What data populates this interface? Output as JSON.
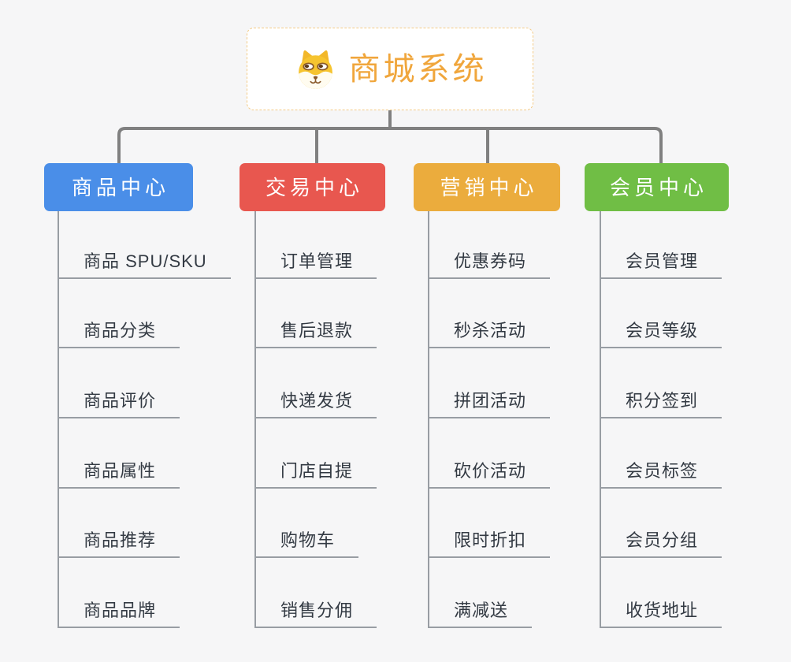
{
  "root": {
    "title": "商城系统",
    "title_color": "#f0a63c",
    "border_color": "#f4cb86",
    "icon": "shiba-dog-icon"
  },
  "branches": [
    {
      "label": "商品中心",
      "color": "#4a8ee8",
      "items": [
        "商品 SPU/SKU",
        "商品分类",
        "商品评价",
        "商品属性",
        "商品推荐",
        "商品品牌"
      ]
    },
    {
      "label": "交易中心",
      "color": "#e8574f",
      "items": [
        "订单管理",
        "售后退款",
        "快递发货",
        "门店自提",
        "购物车",
        "销售分佣"
      ]
    },
    {
      "label": "营销中心",
      "color": "#ebac3d",
      "items": [
        "优惠券码",
        "秒杀活动",
        "拼团活动",
        "砍价活动",
        "限时折扣",
        "满减送"
      ]
    },
    {
      "label": "会员中心",
      "color": "#70be45",
      "items": [
        "会员管理",
        "会员等级",
        "积分签到",
        "会员标签",
        "会员分组",
        "收货地址"
      ]
    }
  ],
  "connector_colors": {
    "main": "#808080",
    "sub": "#989da3"
  }
}
